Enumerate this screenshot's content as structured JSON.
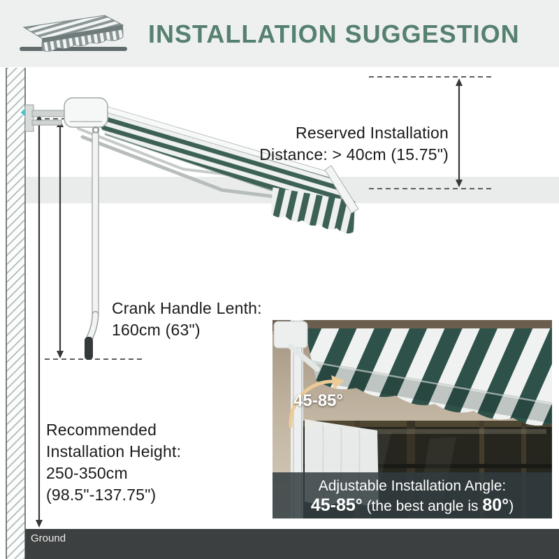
{
  "header": {
    "title": "INSTALLATION SUGGESTION"
  },
  "annotations": {
    "reserved_distance": {
      "line1": "Reserved Installation",
      "line2": "Distance: > 40cm (15.75\")"
    },
    "crank_handle": {
      "line1": "Crank Handle Lenth:",
      "line2": "160cm (63\")"
    },
    "install_height": {
      "line1": "Recommended",
      "line2": "Installation Height:",
      "line3": "250-350cm",
      "line4": "(98.5\"-137.75\")"
    },
    "ground_label": "Ground"
  },
  "inset": {
    "angle_badge": "45-85°",
    "caption": {
      "line1": "Adjustable Installation Angle:",
      "line2_range": "45-85°",
      "line2_mid": " (the best angle is ",
      "line2_best": "80°",
      "line2_end": ")"
    }
  },
  "colors": {
    "title_green": "#56806f",
    "awning_green": "#3d6156",
    "mount_marker_cyan": "#43c3ca",
    "angle_arrow_gold": "#eccb97",
    "caption_bg": "rgba(49,60,64,0.85)",
    "ground_gray": "#3d4040",
    "header_bg": "#edf0ef"
  }
}
